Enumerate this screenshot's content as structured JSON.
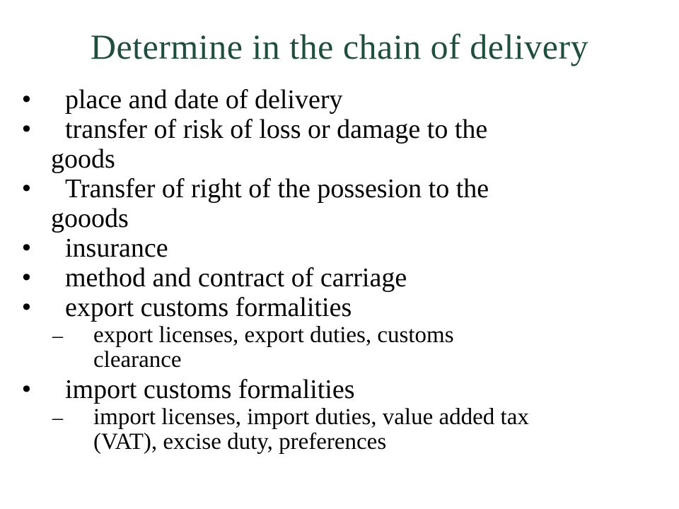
{
  "slide": {
    "title": "Determine in the chain of delivery",
    "bullets": [
      {
        "marker": "•",
        "line1": "place and date of delivery",
        "line2": ""
      },
      {
        "marker": "•",
        "line1": "transfer of risk of loss or damage to the",
        "line2": "goods"
      },
      {
        "marker": "•",
        "line1": "Transfer of right of the possesion to the",
        "line2": "gooods"
      },
      {
        "marker": "•",
        "line1": "insurance",
        "line2": ""
      },
      {
        "marker": "•",
        "line1": "method and contract of carriage",
        "line2": ""
      },
      {
        "marker": "•",
        "line1": "export customs formalities",
        "line2": ""
      },
      {
        "marker": "–",
        "line1": "export licenses, export duties, customs",
        "line2": "clearance"
      },
      {
        "marker": "•",
        "line1": "import customs formalities",
        "line2": ""
      },
      {
        "marker": "–",
        "line1": "import licenses, import duties, value added tax",
        "line2": "(VAT), excise duty, preferences"
      }
    ]
  }
}
